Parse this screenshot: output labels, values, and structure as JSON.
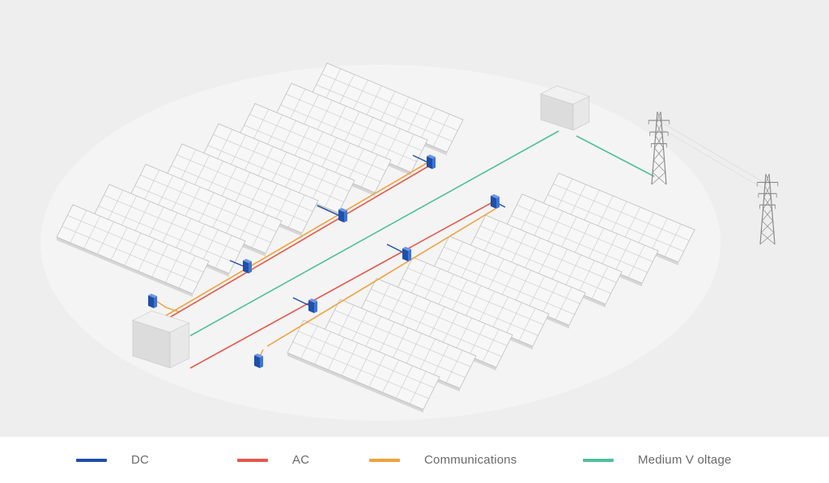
{
  "colors": {
    "background": "#eeeeee",
    "dc": "#1f4fa8",
    "ac": "#e8574a",
    "communications": "#f2a13c",
    "medium_voltage": "#4fbf9a",
    "panel_fill": "#f7f7f7",
    "panel_grid": "#c9c9c9",
    "building": "#f1f1f1",
    "inverter": "#2a5fc4",
    "tower": "#8a8a8a"
  },
  "legend": [
    {
      "key": "dc",
      "label": "DC"
    },
    {
      "key": "ac",
      "label": "AC"
    },
    {
      "key": "communications",
      "label": "Communications"
    },
    {
      "key": "medium_voltage",
      "label": "Medium V oltage"
    }
  ],
  "icons": {
    "panel": "solar-panel-icon",
    "inverter": "inverter-icon",
    "building": "substation-building-icon",
    "tower": "transmission-tower-icon"
  }
}
